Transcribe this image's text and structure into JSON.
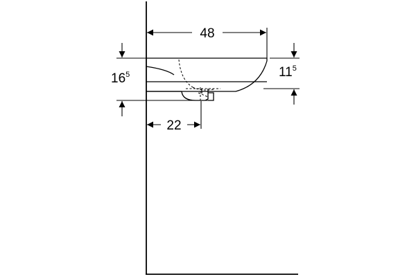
{
  "dimensions": {
    "width": "48",
    "wall_offset": "22",
    "total_height": {
      "base": "16",
      "superscript": "5"
    },
    "basin_depth": {
      "base": "11",
      "superscript": "5"
    }
  },
  "colors": {
    "line": "#000000",
    "background": "#ffffff"
  }
}
